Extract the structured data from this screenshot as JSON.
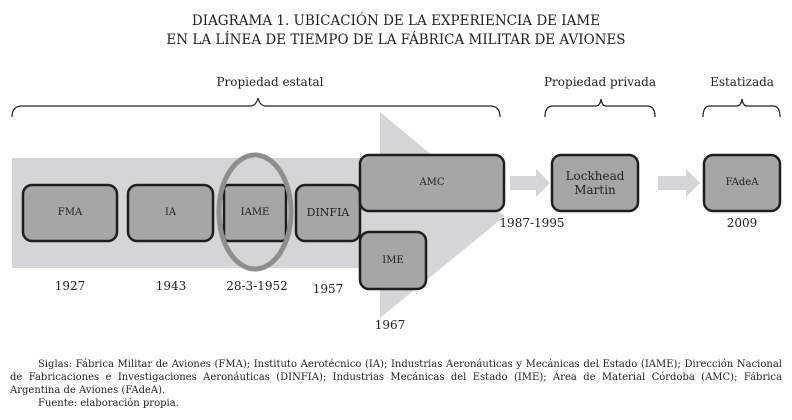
{
  "title": [
    "DIAGRAMA 1. UBICACIÓN DE LA EXPERIENCIA DE IAME",
    "EN LA LÍNEA DE TIEMPO DE LA FÁBRICA MILITAR DE AVIONES"
  ],
  "periods": {
    "estatal": "Propiedad estatal",
    "privada": "Propiedad privada",
    "estatizada": "Estatizada"
  },
  "entities": {
    "fma": "FMA",
    "ia": "IA",
    "iame": "IAME",
    "dinfia": "DINFIA",
    "amc": "AMC",
    "ime": "IME",
    "lockhead": "Lockhead Martin",
    "fadea": "FAdeA"
  },
  "years": {
    "fma": "1927",
    "ia": "1943",
    "iame": "28-3-1952",
    "dinfia": "1957",
    "ime": "1967",
    "amc": "1987-1995",
    "fadea": "2009"
  },
  "notes": {
    "siglas": "Siglas: Fábrica Militar de Aviones (FMA); Instituto Aerotécnico (IA); Industrias Aeronáuticas y Mecánicas del Estado (IAME); Dirección Nacional de Fabricaciones e Investigaciones Aeronáuticas (DINFIA); Industrias Mecánicas del Estado (IME); Área de Material Córdoba (AMC); Fábrica Argentina de Aviones (FAdeA).",
    "fuente": "Fuente: elaboración propia."
  },
  "colors": {
    "band": "#d4d5d6",
    "box": "#a6a6a6",
    "ellipse": "#8e8e8e"
  }
}
